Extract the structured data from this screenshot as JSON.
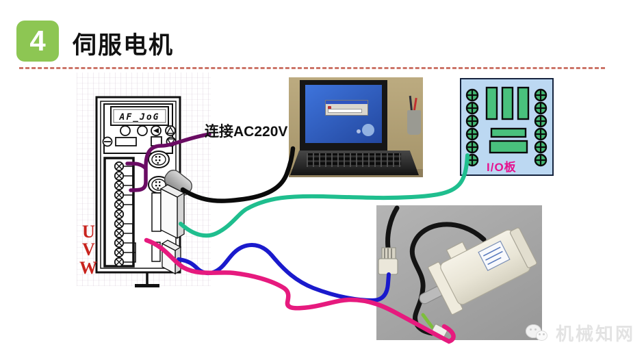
{
  "slide": {
    "number": "4",
    "title": "伺服电机",
    "watermark_text": "机械知网"
  },
  "labels": {
    "ac_power": "连接AC220V",
    "io_board": "I/O板",
    "phase_u": "U",
    "phase_v": "V",
    "phase_w": "W"
  },
  "drive": {
    "display_text": "AF_JoG"
  },
  "icons": {
    "watermark_icon": "wechat-bubbles-icon"
  },
  "colors": {
    "badge_green": "#8DC653",
    "divider_salmon": "#CC7468",
    "phase_red": "#C8231D",
    "io_board_bg": "#BCD8F2",
    "io_pad_green": "#43B873",
    "io_label_magenta": "#E5128F",
    "wire_purple": "#6A0C63",
    "wire_black": "#0B0B0B",
    "wire_green": "#1FBE8E",
    "wire_blue": "#1A1ACC",
    "wire_pink": "#E61A7E",
    "watermark_grey": "#E3E3E3"
  }
}
